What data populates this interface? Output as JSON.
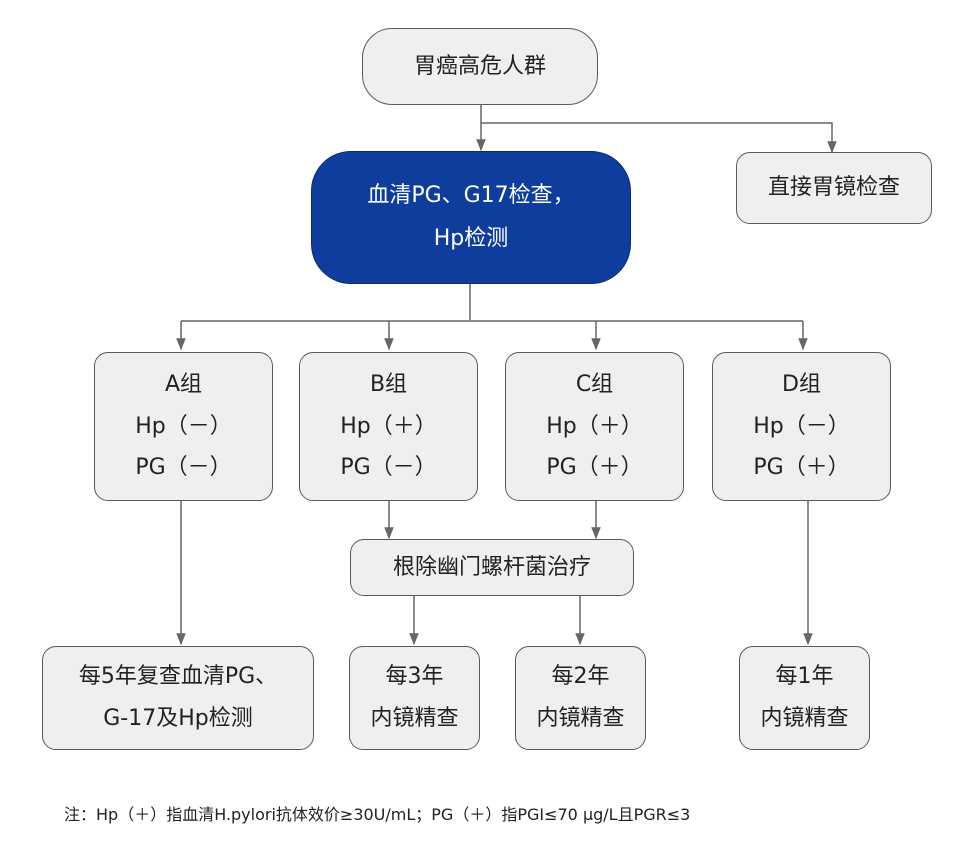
{
  "nodes": {
    "root": "胃癌高危人群",
    "direct": "直接胃镜检查",
    "test_line1": "血清PG、G17检查，",
    "test_line2": "Hp检测",
    "groupA": [
      "A组",
      "Hp（－）",
      "PG（－）"
    ],
    "groupB": [
      "B组",
      "Hp（＋）",
      "PG（－）"
    ],
    "groupC": [
      "C组",
      "Hp（＋）",
      "PG（＋）"
    ],
    "groupD": [
      "D组",
      "Hp（－）",
      "PG（＋）"
    ],
    "eradicate": "根除幽门螺杆菌治疗",
    "outA": [
      "每5年复查血清PG、",
      "G-17及Hp检测"
    ],
    "out3": [
      "每3年",
      "内镜精查"
    ],
    "out2": [
      "每2年",
      "内镜精查"
    ],
    "out1": [
      "每1年",
      "内镜精查"
    ]
  },
  "note": "注：Hp（＋）指血清H.pylori抗体效价≥30U/mL；PG（＋）指PGⅠ≤70 μg/L且PGR≤3",
  "colors": {
    "primary_box": "#0f3d9e",
    "box_fill": "#efefef",
    "line": "#666666"
  }
}
